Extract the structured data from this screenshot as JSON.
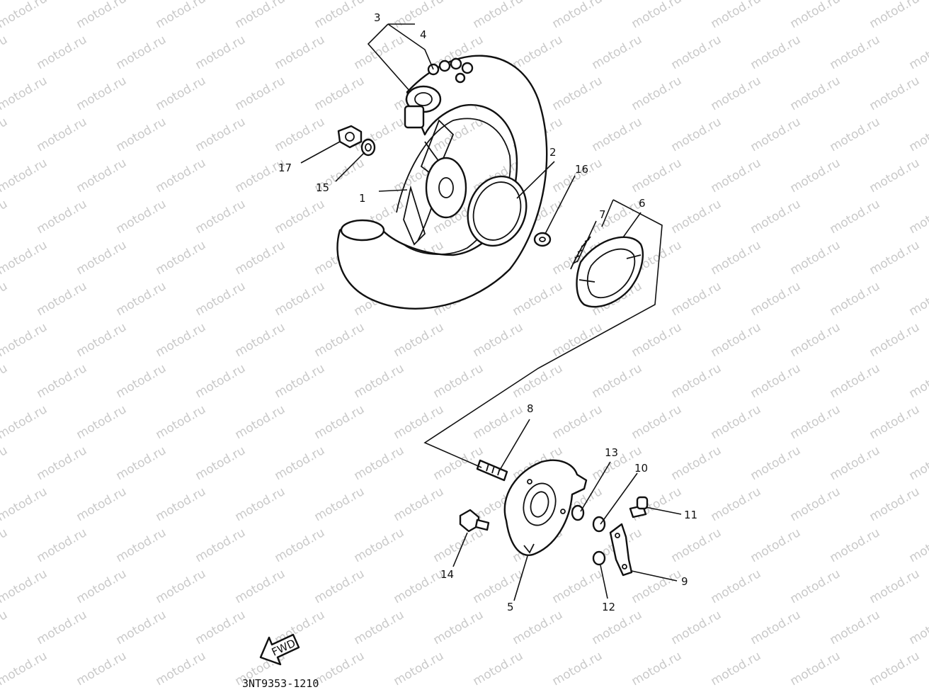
{
  "watermark_text": "motod.ru",
  "direction_badge": "FWD",
  "drawing_code": "3NT9353-1210",
  "callouts": [
    "1",
    "2",
    "3",
    "4",
    "5",
    "6",
    "7",
    "8",
    "9",
    "10",
    "11",
    "12",
    "13",
    "14",
    "15",
    "16",
    "17"
  ],
  "colors": {
    "line": "#111111",
    "watermark": "#c9c9c9",
    "background": "#ffffff"
  }
}
